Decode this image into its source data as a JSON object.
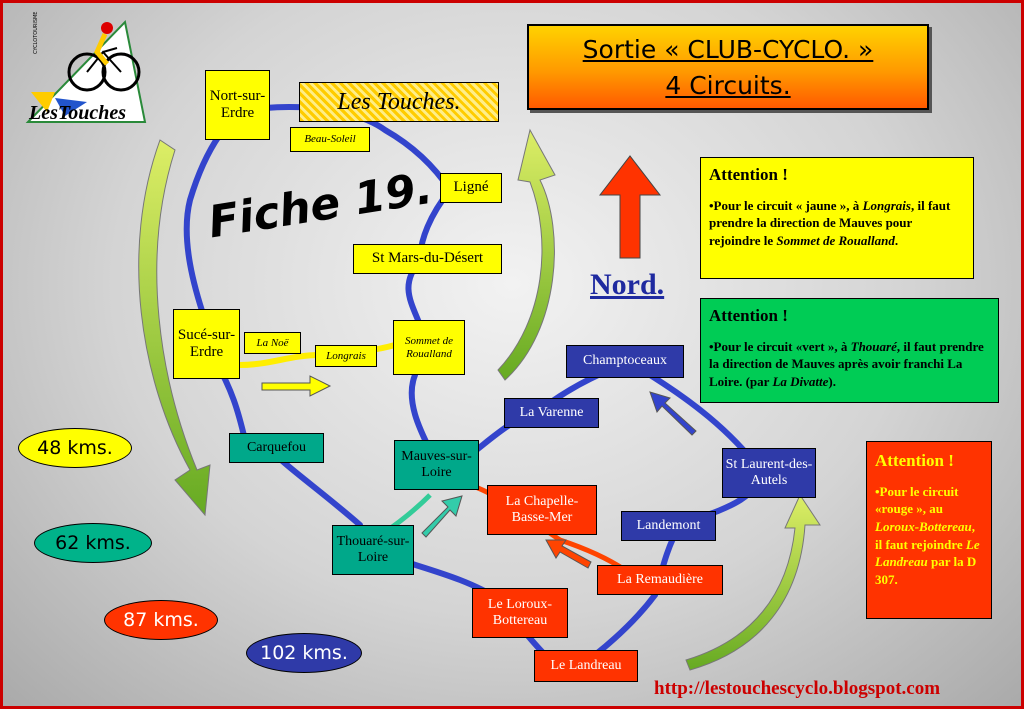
{
  "title": {
    "line1": "Sortie « CLUB-CYCLO. »",
    "line2": "4 Circuits."
  },
  "logo": {
    "text": "LesTouches",
    "badge": "CYCLOTOURISME"
  },
  "banner": "Les Touches.",
  "fiche": "Fiche 19.",
  "north_label": "Nord.",
  "places": {
    "nort_sur_erdre": "Nort-sur-Erdre",
    "beau_soleil": "Beau-Soleil",
    "ligne": "Ligné",
    "st_mars": "St Mars-du-Désert",
    "suce_sur_erdre": "Sucé-sur-Erdre",
    "la_noe": "La Noë",
    "longrais": "Longrais",
    "sommet": "Sommet de Roualland",
    "carquefou": "Carquefou",
    "mauves": "Mauves-sur-Loire",
    "thouare": "Thouaré-sur-Loire",
    "la_varenne": "La Varenne",
    "champtoceaux": "Champtoceaux",
    "st_laurent": "St Laurent-des-Autels",
    "landemont": "Landemont",
    "la_chapelle": "La Chapelle-Basse-Mer",
    "la_remaudiere": "La Remaudière",
    "le_loroux": "Le Loroux-Bottereau",
    "le_landreau": "Le Landreau"
  },
  "distances": [
    "48 kms.",
    "62 kms.",
    "87 kms.",
    "102 kms."
  ],
  "notes": {
    "yellow": {
      "heading": "Attention !",
      "text_parts": [
        "•Pour le circuit « jaune », à ",
        "Longrais",
        ", il faut prendre la direction de Mauves pour rejoindre le ",
        "Sommet de Roualland",
        "."
      ]
    },
    "green": {
      "heading": "Attention !",
      "text_parts": [
        "•Pour le circuit «vert », à ",
        "Thouaré",
        ", il faut prendre la direction de Mauves après avoir franchi La Loire. (par ",
        " La Divatte",
        ")."
      ]
    },
    "red": {
      "heading": "Attention !",
      "text_parts": [
        "•Pour le circuit «rouge », au ",
        "Loroux-Bottereau",
        ", il faut rejoindre ",
        "Le Landreau",
        " par la D 307."
      ]
    }
  },
  "url": "http://lestouchescyclo.blogspot.com",
  "colors": {
    "yellow": "#ffff00",
    "blue": "#2f3aa8",
    "green": "#00a88a",
    "red": "#ff3300",
    "route_blue": "#3344cc",
    "arrow_red": "#ff3300"
  }
}
